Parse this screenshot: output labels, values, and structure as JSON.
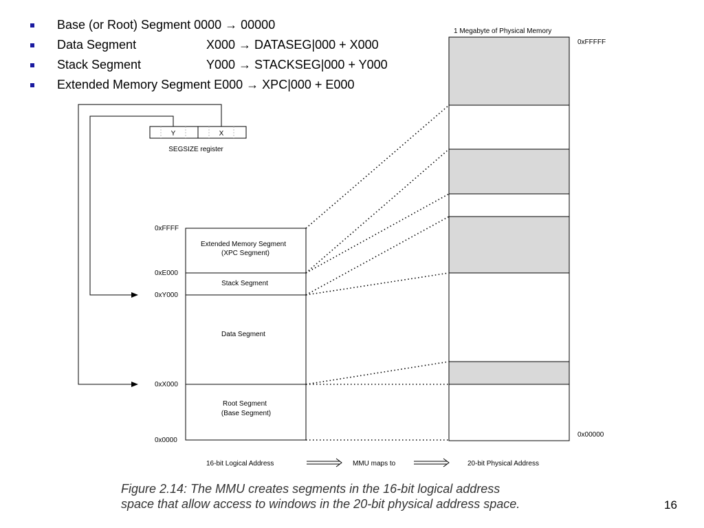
{
  "bullets": [
    {
      "label": "Base (or Root) Segment",
      "mapping": "0000 → 00000"
    },
    {
      "label": "Data Segment",
      "mapping": "X000 → DATASEG|000 + X000"
    },
    {
      "label": "Stack Segment",
      "mapping": "Y000 → STACKSEG|000 + Y000"
    },
    {
      "label": "Extended Memory Segment",
      "mapping": "E000 → XPC|000 + E000"
    }
  ],
  "figure": {
    "register": {
      "y_cell": "Y",
      "x_cell": "X",
      "caption": "SEGSIZE register"
    },
    "logical": {
      "addresses": {
        "ffff": "0xFFFF",
        "e000": "0xE000",
        "y000": "0xY000",
        "x000": "0xX000",
        "zero": "0x0000"
      },
      "segments": {
        "extended_line1": "Extended Memory Segment",
        "extended_line2": "(XPC Segment)",
        "stack": "Stack Segment",
        "data": "Data Segment",
        "root_line1": "Root Segment",
        "root_line2": "(Base Segment)"
      }
    },
    "physical": {
      "title": "1 Megabyte of Physical Memory",
      "top_address": "0xFFFFF",
      "bottom_address": "0x00000"
    },
    "footer": {
      "logical": "16-bit Logical Address",
      "mmu": "MMU maps to",
      "physical": "20-bit Physical Address"
    }
  },
  "caption": {
    "line1": "Figure 2.14: The MMU creates segments in the 16-bit logical address",
    "line2": "space that allow access to windows in the 20-bit physical address space."
  },
  "page_number": "16"
}
